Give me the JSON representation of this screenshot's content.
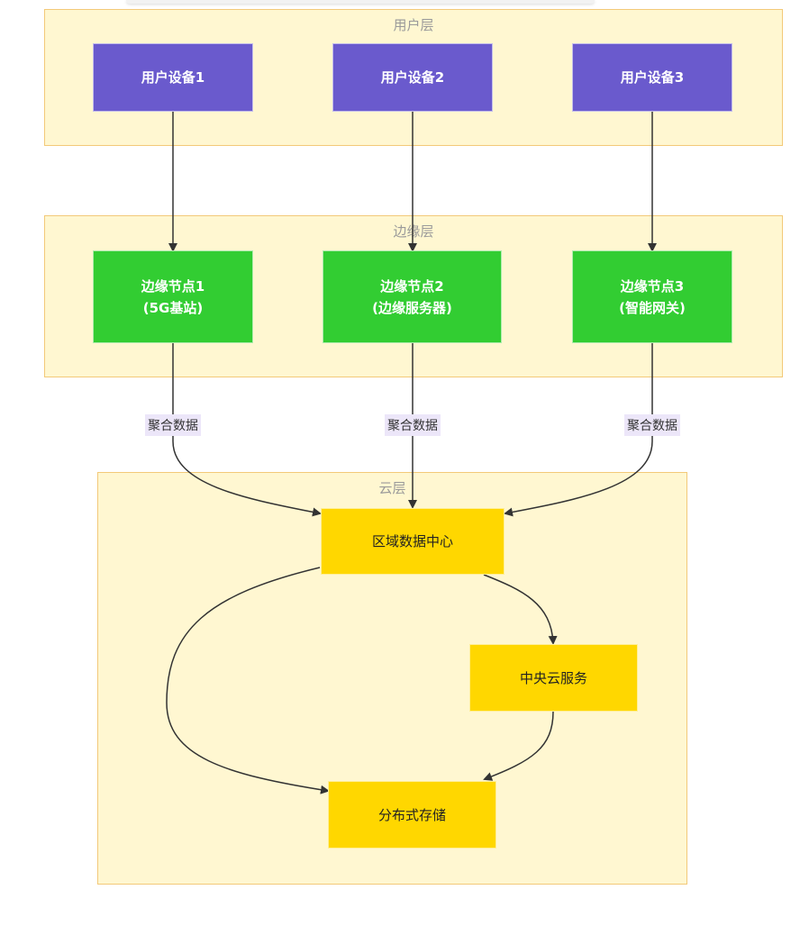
{
  "clusters": {
    "user": {
      "label": "用户层"
    },
    "edge": {
      "label": "边缘层"
    },
    "cloud": {
      "label": "云层"
    }
  },
  "nodes": {
    "user1": "用户设备1",
    "user2": "用户设备2",
    "user3": "用户设备3",
    "edge1": "边缘节点1\n(5G基站)",
    "edge2": "边缘节点2\n(边缘服务器)",
    "edge3": "边缘节点3\n(智能网关)",
    "regional": "区域数据中心",
    "central": "中央云服务",
    "storage": "分布式存储"
  },
  "edge_labels": {
    "edge1_regional": "聚合数据",
    "edge2_regional": "聚合数据",
    "edge3_regional": "聚合数据"
  },
  "colors": {
    "user_node": "#6a5acd",
    "edge_node": "#32cd32",
    "cloud_node": "#ffd700",
    "cluster_fill": "#fff7d1",
    "cluster_border": "#f3c979",
    "arrow": "#333333",
    "edge_label_bg": "#ece6f9"
  }
}
